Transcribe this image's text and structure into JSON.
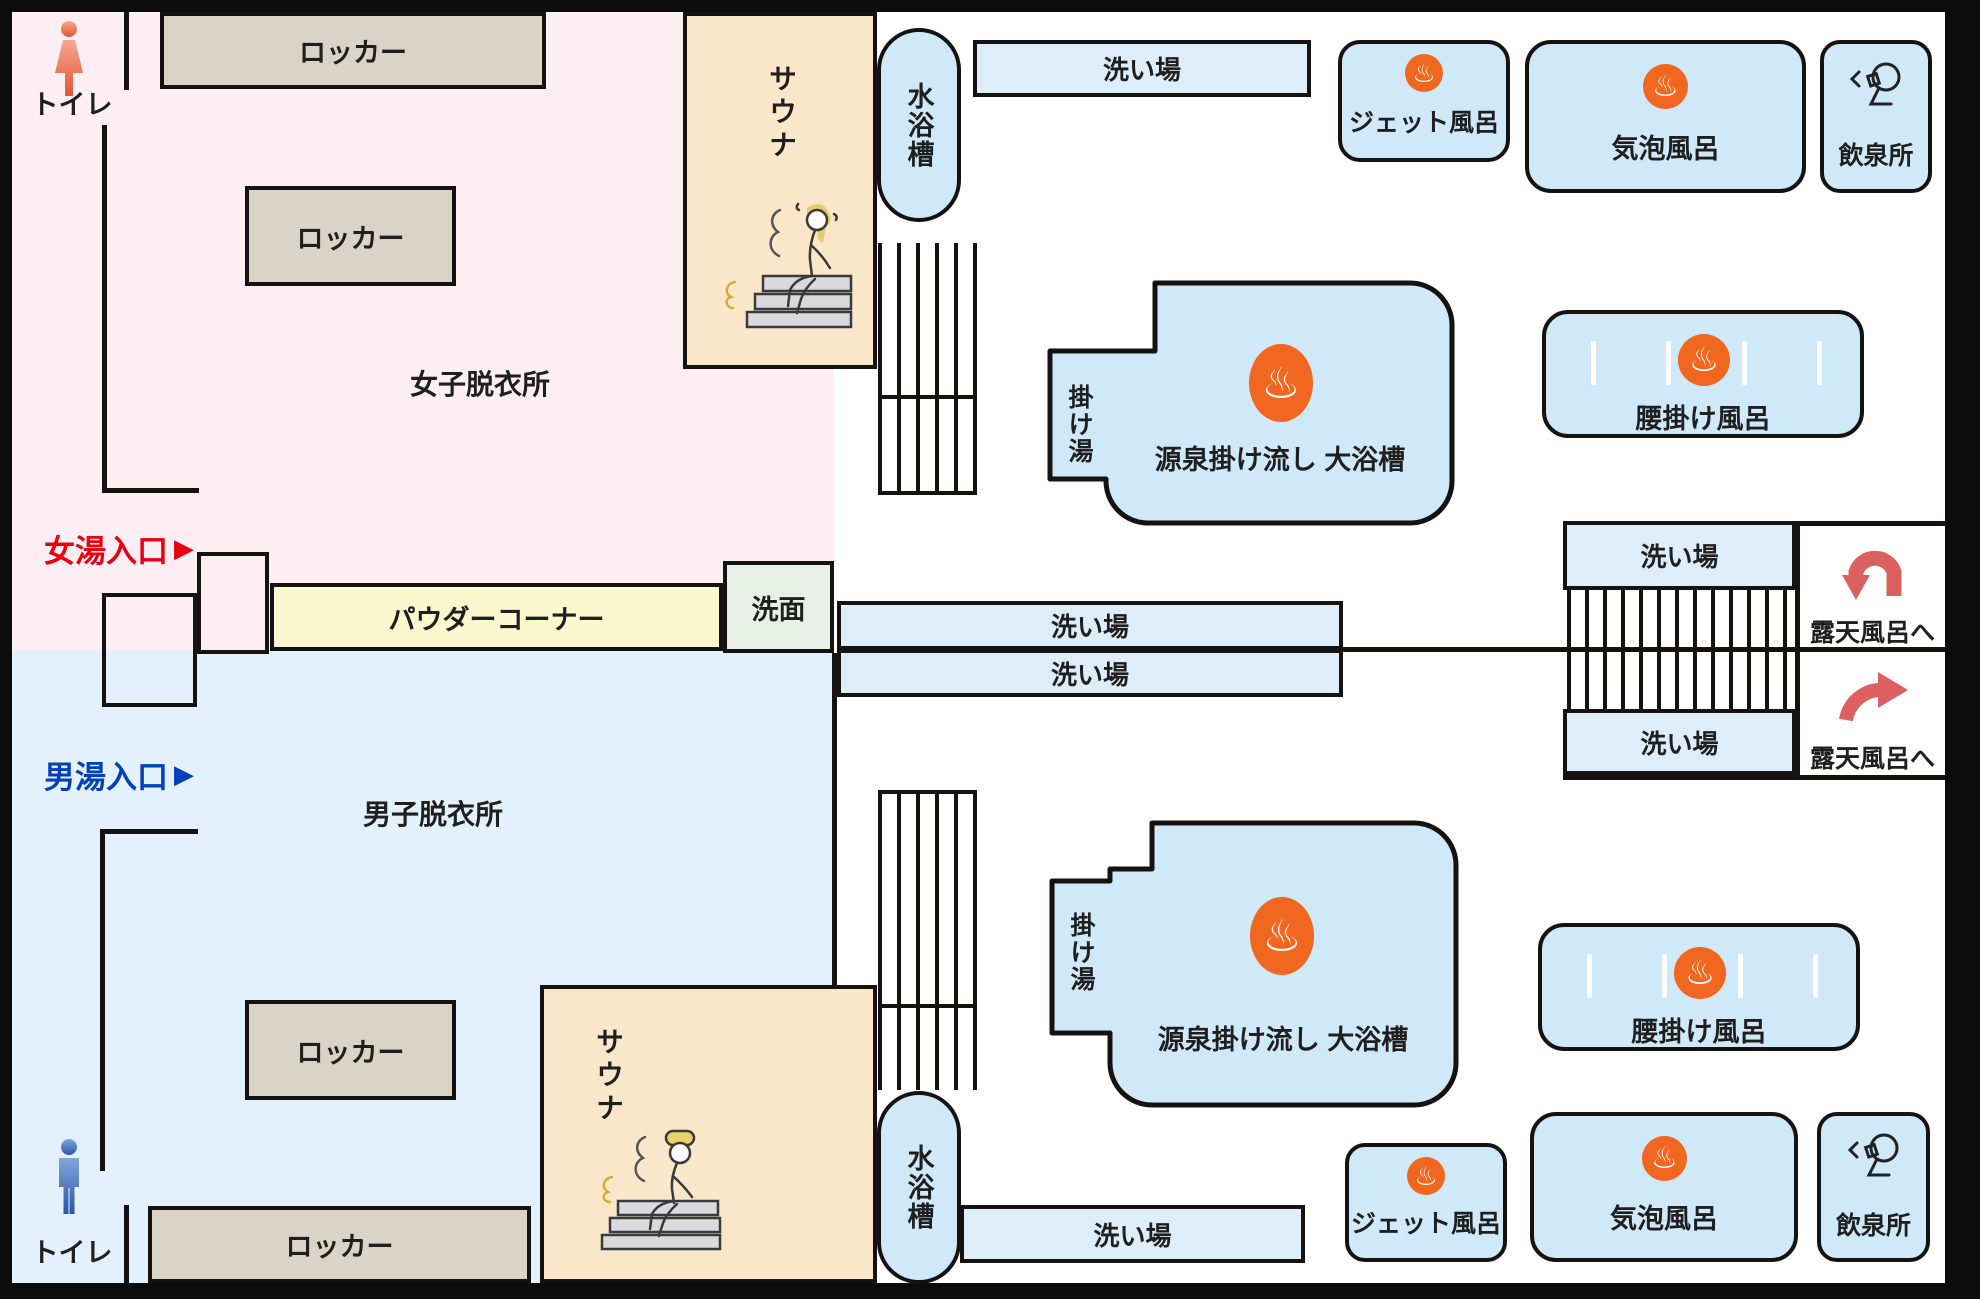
{
  "areas": {
    "women_side": {
      "entrance": "女湯入口",
      "dressing_room": "女子脱衣所",
      "toilet": "トイレ",
      "locker": "ロッカー",
      "sauna": "サウナ",
      "powder_corner": "パウダーコーナー",
      "washstand": "洗面"
    },
    "men_side": {
      "entrance": "男湯入口",
      "dressing_room": "男子脱衣所",
      "toilet": "トイレ",
      "locker": "ロッカー",
      "sauna": "サウナ"
    },
    "bath_hall": {
      "washing_area": "洗い場",
      "cold_water_bath": "水浴槽",
      "jet_bath": "ジェット風呂",
      "bubble_bath": "気泡風呂",
      "drinking_fountain": "飲泉所",
      "pouring_station": "掛け湯",
      "main_bath": "源泉掛け流し 大浴槽",
      "bench_bath": "腰掛け風呂",
      "to_open_air_bath": "露天風呂へ"
    }
  },
  "icons": {
    "onsen_symbol": "♨",
    "entrance_arrow": "▶",
    "women_figure": "female-silhouette",
    "men_figure": "male-silhouette",
    "drinking_person": "profile-drinking",
    "uturn_arrow": "red-u-turn-arrow",
    "curve_right_arrow": "red-curved-right-arrow"
  },
  "colors": {
    "women_area": "#fdeef4",
    "men_area": "#e2f1fb",
    "locker": "#d9d4c6",
    "sauna": "#fae7c9",
    "bath_fill": "#cfe9f8",
    "washing_fill": "#ddeefa",
    "powder_corner": "#fbf8cf",
    "washstand": "#e8efe6",
    "onsen_icon": "#f2671f",
    "women_accent": "#e60012",
    "men_accent": "#0041b8",
    "arrow_red": "#dd6060",
    "wall": "#171212"
  }
}
